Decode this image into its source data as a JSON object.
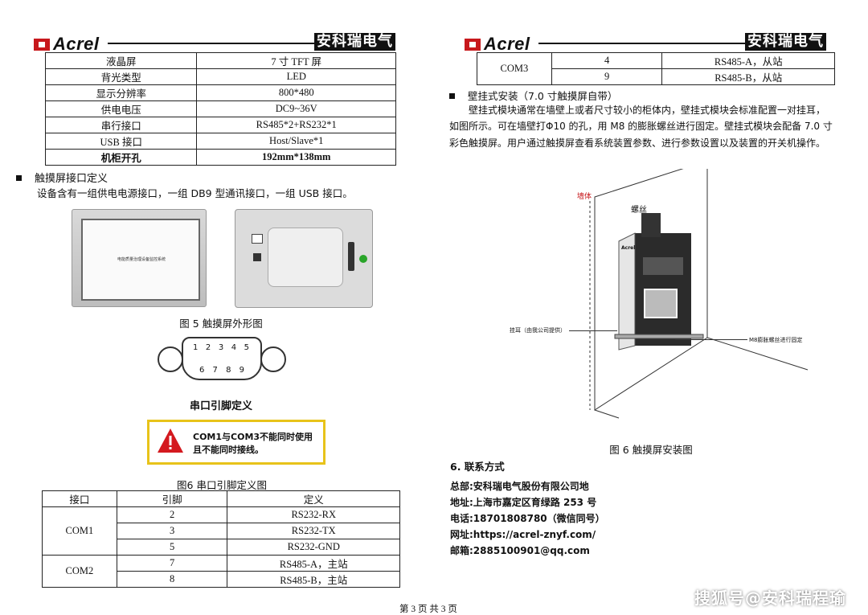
{
  "header_left": {
    "logo": "Acrel",
    "brand_cn": "安科瑞电气"
  },
  "header_right": {
    "logo": "Acrel",
    "brand_cn": "安科瑞电气"
  },
  "spec_table": [
    {
      "label": "液晶屏",
      "value": "7 寸 TFT 屏"
    },
    {
      "label": "背光类型",
      "value": "LED"
    },
    {
      "label": "显示分辨率",
      "value": "800*480"
    },
    {
      "label": "供电电压",
      "value": "DC9~36V"
    },
    {
      "label": "串行接口",
      "value": "RS485*2+RS232*1"
    },
    {
      "label": "USB 接口",
      "value": "Host/Slave*1"
    },
    {
      "label": "机柜开孔",
      "value": "192mm*138mm"
    }
  ],
  "section_interface": {
    "title": "触摸屏接口定义",
    "text": "设备含有一组供电电源接口，一组 DB9 型通讯接口，一组 USB 接口。"
  },
  "fig5": {
    "screen_text": "电能质量治理设备监控系统",
    "caption": "图 5  触摸屏外形图"
  },
  "db9": {
    "pins_top": [
      "1",
      "2",
      "3",
      "4",
      "5"
    ],
    "pins_bottom": [
      "6",
      "7",
      "8",
      "9"
    ],
    "label": "串口引脚定义"
  },
  "warning": {
    "line1": "COM1与COM3不能同时使用",
    "line2": "且不能同时接线。"
  },
  "fig6_left_caption": "图6  串口引脚定义图",
  "pin_table": {
    "headers": [
      "接口",
      "引脚",
      "定义"
    ],
    "groups": [
      {
        "port": "COM1",
        "rows": [
          {
            "pin": "2",
            "def": "RS232-RX"
          },
          {
            "pin": "3",
            "def": "RS232-TX"
          },
          {
            "pin": "5",
            "def": "RS232-GND"
          }
        ]
      },
      {
        "port": "COM2",
        "rows": [
          {
            "pin": "7",
            "def": "RS485-A，主站"
          },
          {
            "pin": "8",
            "def": "RS485-B，主站"
          }
        ]
      }
    ]
  },
  "com3_table": {
    "port": "COM3",
    "rows": [
      {
        "pin": "4",
        "def": "RS485-A，从站"
      },
      {
        "pin": "9",
        "def": "RS485-B，从站"
      }
    ]
  },
  "section_wall": {
    "title": "壁挂式安装（7.0 寸触摸屏自带）",
    "line1": "壁挂式模块通常在墙壁上或者尺寸较小的柜体内，壁挂式模块会标准配置一对挂耳，",
    "line2": "如图所示。可在墙壁打Φ10 的孔，用 M8 的膨胀螺丝进行固定。壁挂式模块会配备 7.0 寸",
    "line3": "彩色触摸屏。用户通过触摸屏查看系统装置参数、进行参数设置以及装置的开关机操作。"
  },
  "install_fig": {
    "wall_label": "墙体",
    "screw_label": "螺丝",
    "ear_label": "挂耳（由我公司提供）",
    "bolt_label": "M8膨胀螺丝进行固定",
    "device_brand": "Acrel",
    "caption": "图 6  触摸屏安装图"
  },
  "contact": {
    "title": "6.  联系方式",
    "hq": "总部:安科瑞电气股份有限公司地",
    "address": "地址:上海市嘉定区育绿路 253 号",
    "phone": "电话:18701808780（微信同号）",
    "website": "网址:https://acrel-znyf.com/",
    "email": "邮箱:2885100901@qq.com"
  },
  "footer": "第 3 页 共 3 页",
  "watermark": "搜狐号@安科瑞程瑜"
}
